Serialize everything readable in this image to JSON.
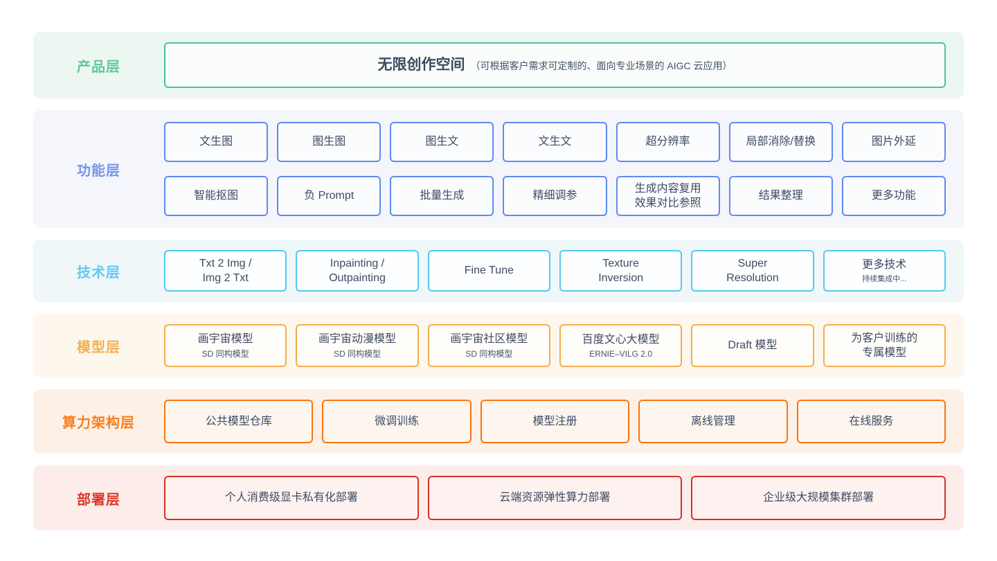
{
  "text_color": "#3e4a63",
  "layers": [
    {
      "id": "product",
      "label": "产品层",
      "colors": {
        "band_bg": "#edf7f2",
        "label": "#5ec998",
        "border": "#4fc094",
        "box_bg": "#f9fcfa"
      },
      "rows": [
        [
          {
            "lines": [
              "无限创作空间"
            ],
            "note": "（可根据客户需求可定制的、面向专业场景的 AIGC 云应用）"
          }
        ]
      ]
    },
    {
      "id": "function",
      "label": "功能层",
      "colors": {
        "band_bg": "#f4f6fb",
        "label": "#7493ec",
        "border": "#5f8bee",
        "box_bg": "#fbfcfe"
      },
      "rows": [
        [
          {
            "lines": [
              "文生图"
            ]
          },
          {
            "lines": [
              "图生图"
            ]
          },
          {
            "lines": [
              "图生文"
            ]
          },
          {
            "lines": [
              "文生文"
            ]
          },
          {
            "lines": [
              "超分辨率"
            ]
          },
          {
            "lines": [
              "局部消除/替换"
            ]
          },
          {
            "lines": [
              "图片外延"
            ]
          }
        ],
        [
          {
            "lines": [
              "智能抠图"
            ]
          },
          {
            "lines": [
              "负 Prompt"
            ]
          },
          {
            "lines": [
              "批量生成"
            ]
          },
          {
            "lines": [
              "精细调参"
            ]
          },
          {
            "lines": [
              "生成内容复用",
              "效果对比参照"
            ]
          },
          {
            "lines": [
              "结果整理"
            ]
          },
          {
            "lines": [
              "更多功能"
            ]
          }
        ]
      ]
    },
    {
      "id": "tech",
      "label": "技术层",
      "colors": {
        "band_bg": "#eff7f9",
        "label": "#5fc9f3",
        "border": "#55c9f2",
        "box_bg": "#fcfeff"
      },
      "rows": [
        [
          {
            "lines": [
              "Txt 2 Img /",
              "Img 2 Txt"
            ]
          },
          {
            "lines": [
              "Inpainting /",
              "Outpainting"
            ]
          },
          {
            "lines": [
              "Fine Tune"
            ]
          },
          {
            "lines": [
              "Texture",
              "Inversion"
            ]
          },
          {
            "lines": [
              "Super",
              "Resolution"
            ]
          },
          {
            "lines": [
              "更多技术"
            ],
            "sub": "持续集成中..."
          }
        ]
      ]
    },
    {
      "id": "model",
      "label": "模型层",
      "colors": {
        "band_bg": "#fdf7ed",
        "label": "#f4b053",
        "border": "#f2ae4c",
        "box_bg": "#fffdf9"
      },
      "rows": [
        [
          {
            "lines": [
              "画宇宙模型"
            ],
            "sub": "SD 同构模型"
          },
          {
            "lines": [
              "画宇宙动漫模型"
            ],
            "sub": "SD 同构模型"
          },
          {
            "lines": [
              "画宇宙社区模型"
            ],
            "sub": "SD 同构模型"
          },
          {
            "lines": [
              "百度文心大模型"
            ],
            "sub": "ERNIE–VILG 2.0"
          },
          {
            "lines": [
              "Draft 模型"
            ]
          },
          {
            "lines": [
              "为客户训练的",
              "专属模型"
            ]
          }
        ]
      ]
    },
    {
      "id": "compute",
      "label": "算力架构层",
      "colors": {
        "band_bg": "#fdf0e7",
        "label": "#f87e1c",
        "border": "#f8750f",
        "box_bg": "#fdf6ef"
      },
      "rows": [
        [
          {
            "lines": [
              "公共模型仓库"
            ]
          },
          {
            "lines": [
              "微调训练"
            ]
          },
          {
            "lines": [
              "模型注册"
            ]
          },
          {
            "lines": [
              "离线管理"
            ]
          },
          {
            "lines": [
              "在线服务"
            ]
          }
        ]
      ]
    },
    {
      "id": "deploy",
      "label": "部署层",
      "colors": {
        "band_bg": "#fcedea",
        "label": "#de352a",
        "border": "#d93125",
        "box_bg": "#fdf2ef"
      },
      "rows": [
        [
          {
            "lines": [
              "个人消费级显卡私有化部署"
            ]
          },
          {
            "lines": [
              "云端资源弹性算力部署"
            ]
          },
          {
            "lines": [
              "企业级大规模集群部署"
            ]
          }
        ]
      ]
    }
  ]
}
